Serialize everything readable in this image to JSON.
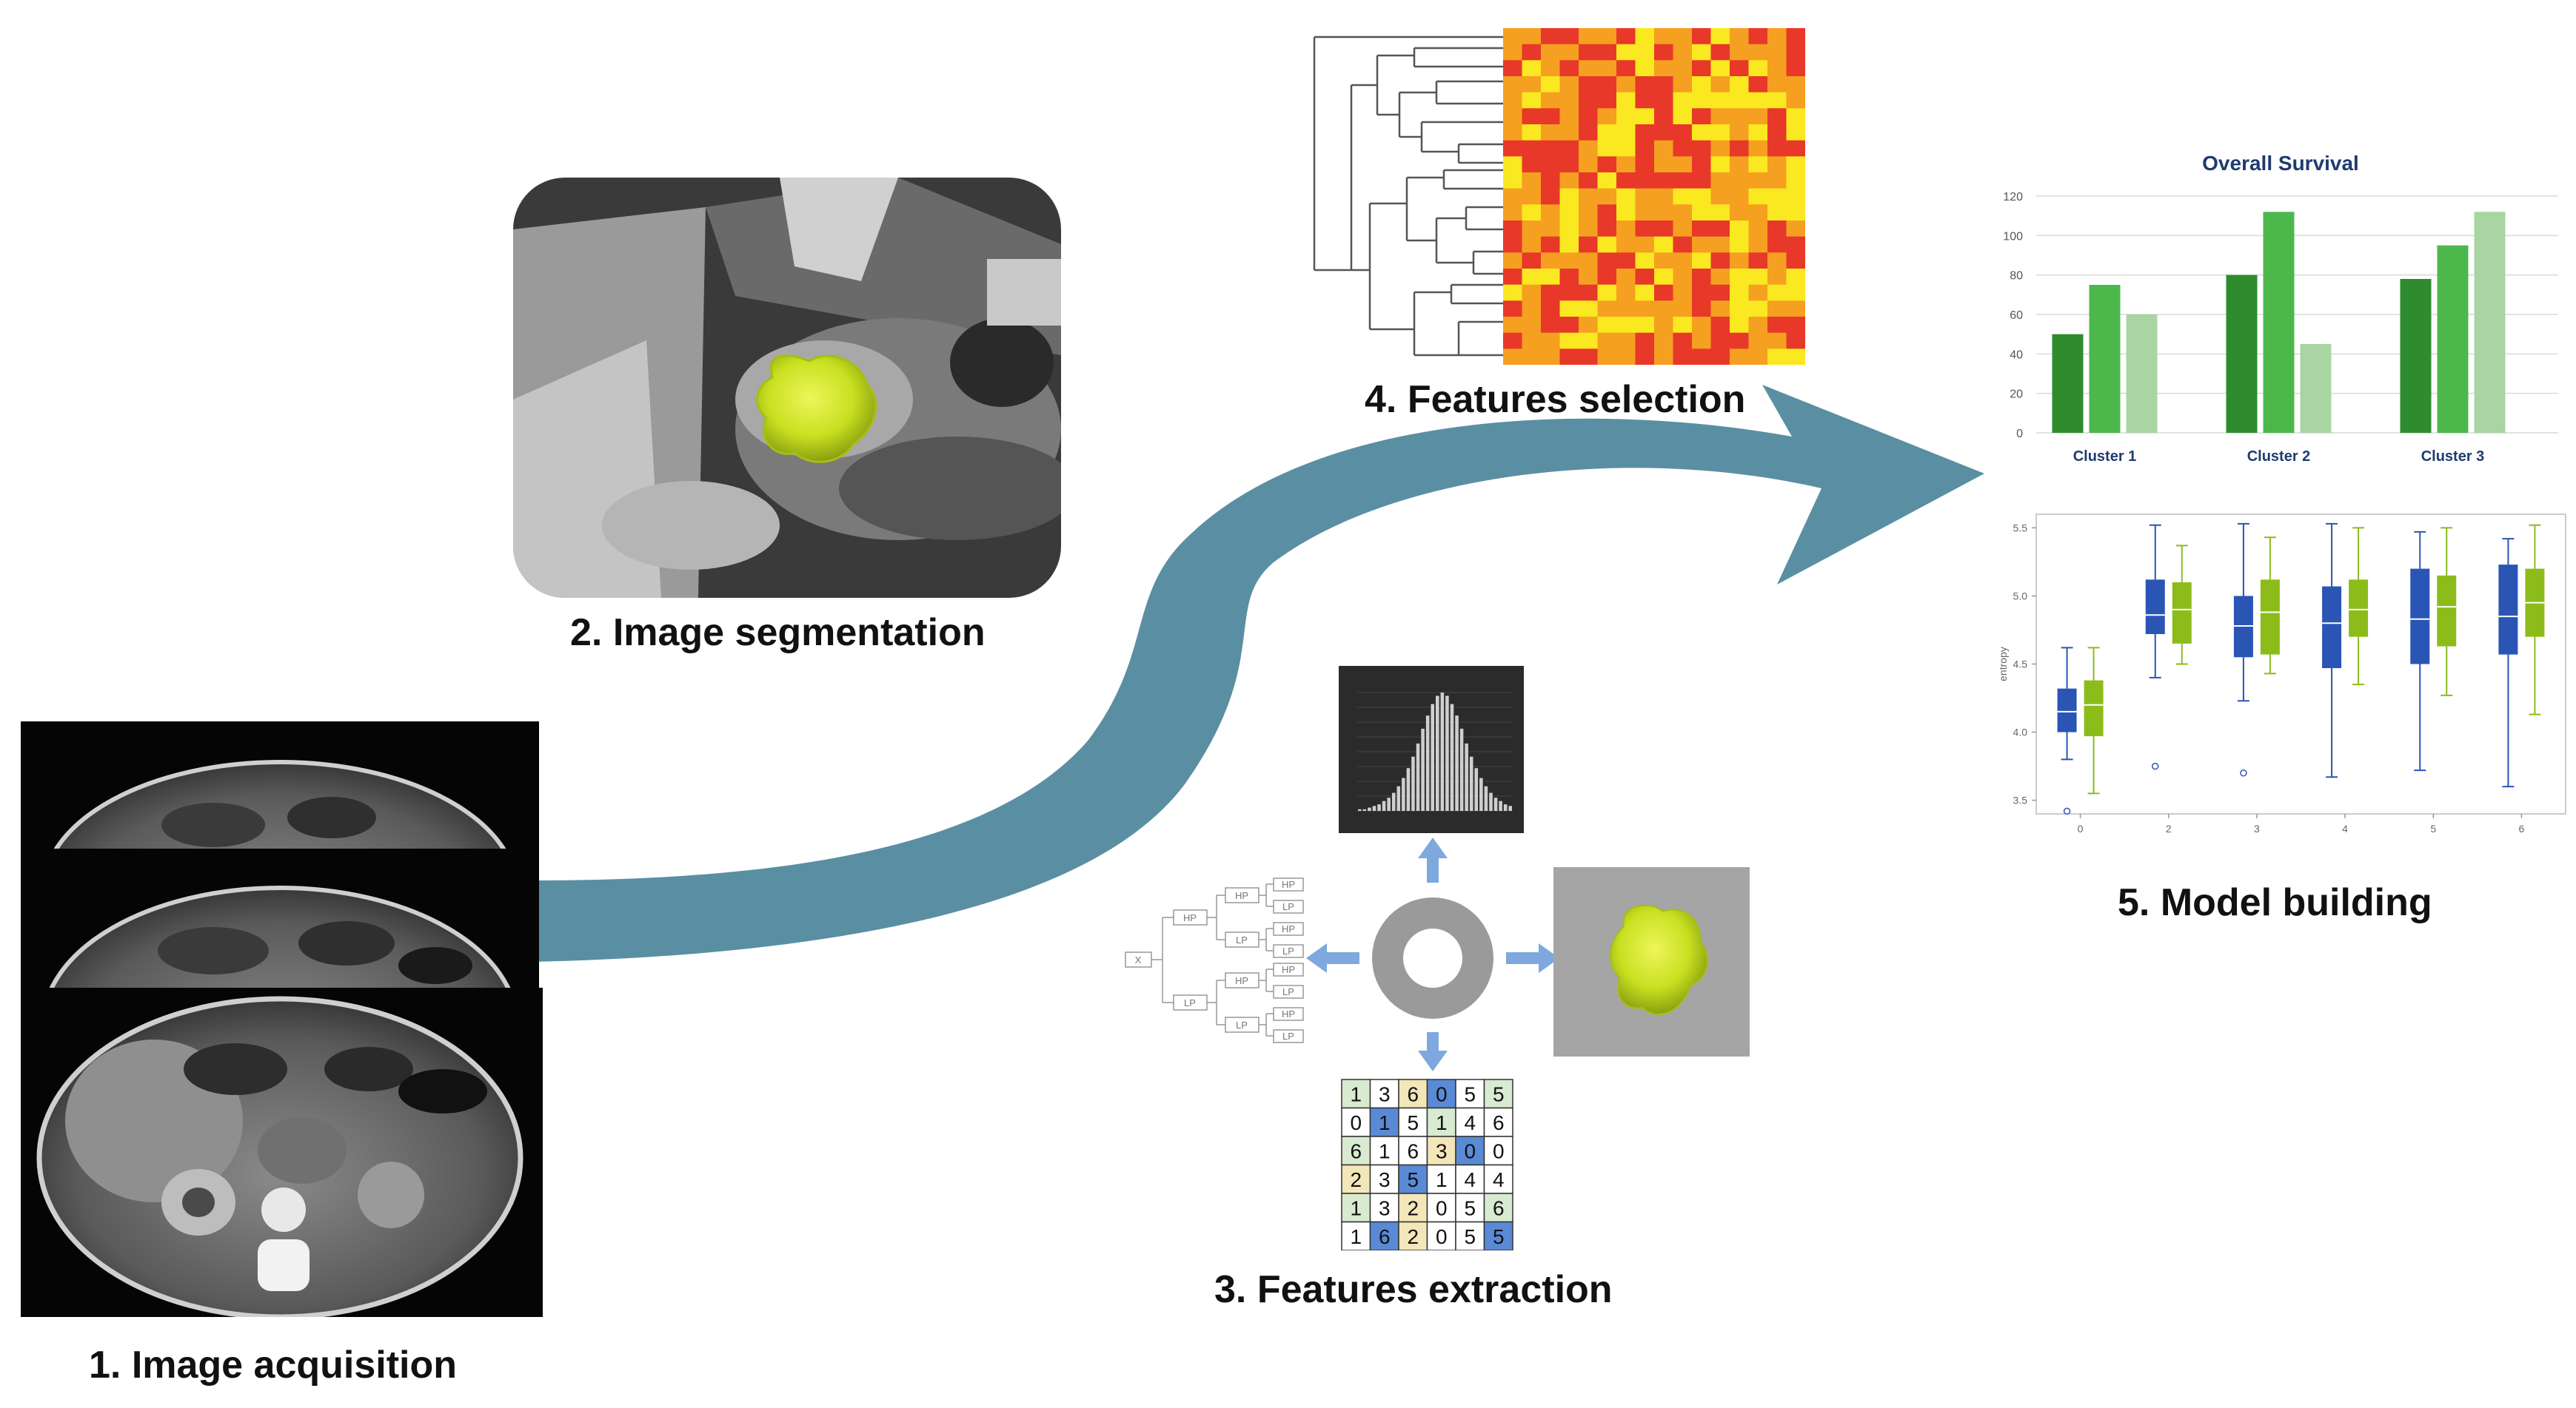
{
  "steps": {
    "acquisition": "1. Image acquisition",
    "segmentation": "2. Image segmentation",
    "extraction": "3. Features extraction",
    "selection": "4. Features selection",
    "model": "5. Model building"
  },
  "colors": {
    "arrow": "#5a8fa3",
    "bar_dark": "#2e8b2e",
    "bar_mid": "#4cb84c",
    "bar_light": "#a8d5a2",
    "box_blue": "#2a55b5",
    "box_green": "#8cbc1a",
    "tumor": "#c8e020",
    "heat_red": "#e8382a",
    "heat_orange": "#f5a020",
    "heat_yellow": "#fae820",
    "cell_green": "#d8ead0",
    "cell_blue": "#5a8ad6",
    "cell_yellow": "#f3e6b8"
  },
  "tree": {
    "root": "X",
    "hp": "HP",
    "lp": "LP"
  },
  "matrix": [
    [
      "1",
      "3",
      "6",
      "0",
      "5",
      "5"
    ],
    [
      "0",
      "1",
      "5",
      "1",
      "4",
      "6"
    ],
    [
      "6",
      "1",
      "6",
      "3",
      "0",
      "0"
    ],
    [
      "2",
      "3",
      "5",
      "1",
      "4",
      "4"
    ],
    [
      "1",
      "3",
      "2",
      "0",
      "5",
      "6"
    ],
    [
      "1",
      "6",
      "2",
      "0",
      "5",
      "5"
    ]
  ],
  "matrix_colors": [
    [
      "g",
      "w",
      "y",
      "b",
      "w",
      "g"
    ],
    [
      "w",
      "b",
      "w",
      "g",
      "w",
      "w"
    ],
    [
      "g",
      "w",
      "w",
      "y",
      "b",
      "w"
    ],
    [
      "y",
      "w",
      "b",
      "w",
      "w",
      "w"
    ],
    [
      "g",
      "w",
      "y",
      "w",
      "w",
      "g"
    ],
    [
      "w",
      "b",
      "y",
      "w",
      "w",
      "b"
    ]
  ],
  "chart_data": [
    {
      "type": "bar",
      "title": "Overall Survival",
      "categories": [
        "Cluster 1",
        "Cluster 2",
        "Cluster 3"
      ],
      "series": [
        {
          "values": [
            50,
            80,
            78
          ]
        },
        {
          "values": [
            75,
            112,
            95
          ]
        },
        {
          "values": [
            60,
            45,
            112
          ]
        }
      ],
      "yticks": [
        "0",
        "20",
        "40",
        "60",
        "80",
        "100",
        "120"
      ],
      "ylim": [
        0,
        120
      ],
      "grid": true
    },
    {
      "type": "box",
      "ylabel": "entropy",
      "categories": [
        "0",
        "2",
        "3",
        "4",
        "5",
        "6"
      ],
      "yticks": [
        "3.5",
        "4.0",
        "4.5",
        "5.0",
        "5.5"
      ],
      "ylim": [
        3.4,
        5.6
      ],
      "series": [
        {
          "boxes": [
            {
              "min": 3.8,
              "q1": 4.0,
              "median": 4.15,
              "q3": 4.32,
              "max": 4.62,
              "outliers": [
                3.42
              ]
            },
            {
              "min": 4.4,
              "q1": 4.72,
              "median": 4.86,
              "q3": 5.12,
              "max": 5.52,
              "outliers": [
                3.75
              ]
            },
            {
              "min": 4.23,
              "q1": 4.55,
              "median": 4.78,
              "q3": 5.0,
              "max": 5.53,
              "outliers": [
                3.7
              ]
            },
            {
              "min": 3.67,
              "q1": 4.47,
              "median": 4.8,
              "q3": 5.07,
              "max": 5.53,
              "outliers": []
            },
            {
              "min": 3.72,
              "q1": 4.5,
              "median": 4.83,
              "q3": 5.2,
              "max": 5.47,
              "outliers": []
            },
            {
              "min": 3.6,
              "q1": 4.57,
              "median": 4.85,
              "q3": 5.23,
              "max": 5.42,
              "outliers": []
            }
          ]
        },
        {
          "boxes": [
            {
              "min": 3.55,
              "q1": 3.97,
              "median": 4.2,
              "q3": 4.38,
              "max": 4.62,
              "outliers": []
            },
            {
              "min": 4.5,
              "q1": 4.65,
              "median": 4.9,
              "q3": 5.1,
              "max": 5.37,
              "outliers": []
            },
            {
              "min": 4.43,
              "q1": 4.57,
              "median": 4.88,
              "q3": 5.12,
              "max": 5.43,
              "outliers": []
            },
            {
              "min": 4.35,
              "q1": 4.7,
              "median": 4.9,
              "q3": 5.12,
              "max": 5.5,
              "outliers": []
            },
            {
              "min": 4.27,
              "q1": 4.63,
              "median": 4.92,
              "q3": 5.15,
              "max": 5.5,
              "outliers": []
            },
            {
              "min": 4.13,
              "q1": 4.7,
              "median": 4.95,
              "q3": 5.2,
              "max": 5.52,
              "outliers": []
            }
          ]
        }
      ]
    },
    {
      "type": "bar",
      "values": [
        1,
        1,
        2,
        3,
        4,
        6,
        8,
        11,
        15,
        20,
        26,
        33,
        41,
        50,
        58,
        65,
        70,
        72,
        70,
        65,
        58,
        50,
        41,
        33,
        26,
        20,
        15,
        11,
        8,
        6,
        4,
        3
      ]
    },
    {
      "type": "heatmap",
      "values": "rows of red/orange/yellow levels"
    }
  ]
}
